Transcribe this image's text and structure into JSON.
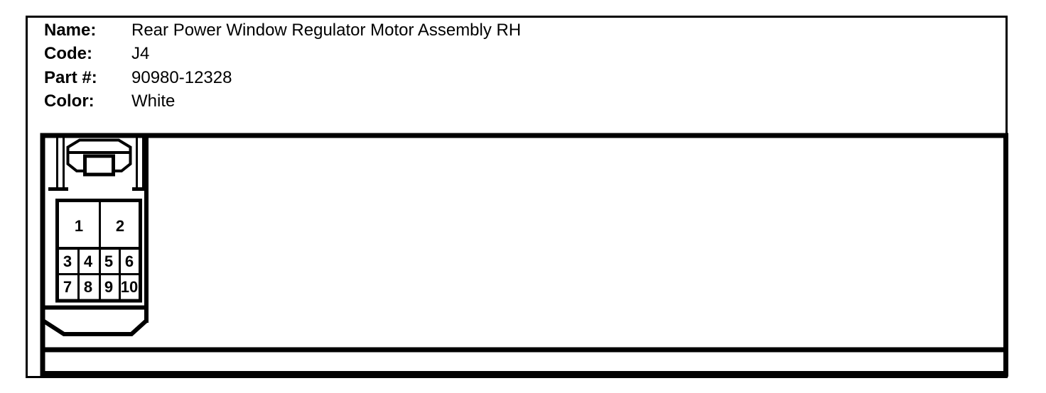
{
  "window": {
    "background_color": "#ffffff",
    "line_color": "#000000"
  },
  "header": {
    "fields": [
      {
        "label": "Name:",
        "value": "Rear Power Window Regulator Motor Assembly RH"
      },
      {
        "label": "Code:",
        "value": "J4"
      },
      {
        "label": "Part #:",
        "value": "90980-12328"
      },
      {
        "label": "Color:",
        "value": "White"
      }
    ]
  },
  "connector": {
    "pins": [
      "1",
      "2",
      "3",
      "4",
      "5",
      "6",
      "7",
      "8",
      "9",
      "10"
    ]
  }
}
